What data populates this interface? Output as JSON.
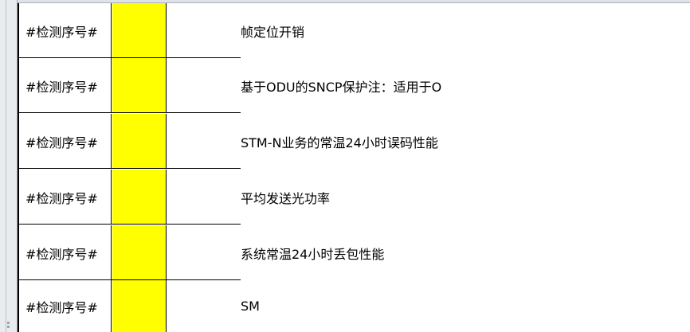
{
  "rows": [
    {
      "label": "#检测序号#",
      "item": "帧定位开销"
    },
    {
      "label": "#检测序号#",
      "item": "基于ODU的SNCP保护注：适用于O"
    },
    {
      "label": "#检测序号#",
      "item": "STM-N业务的常温24小时误码性能"
    },
    {
      "label": "#检测序号#",
      "item": "平均发送光功率"
    },
    {
      "label": "#检测序号#",
      "item": "系统常温24小时丢包性能"
    },
    {
      "label": "#检测序号#",
      "item": "SM"
    }
  ],
  "colors": {
    "highlight": "#ffff00",
    "grid": "#000000"
  }
}
